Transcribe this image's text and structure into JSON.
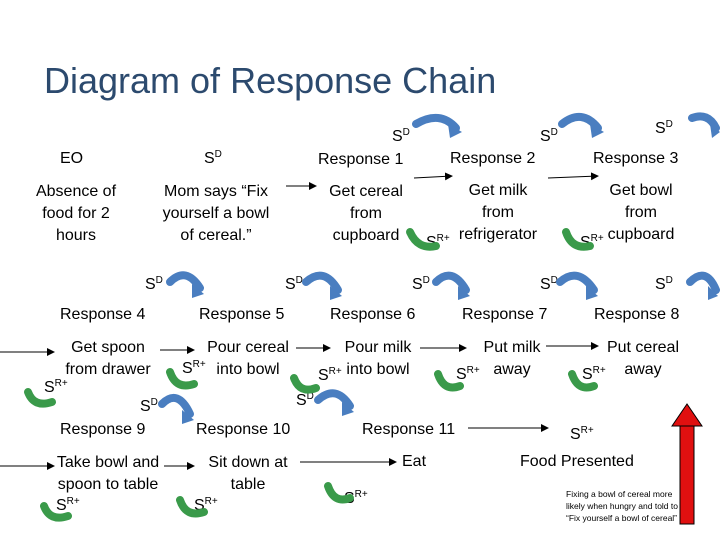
{
  "title": "Diagram of Response Chain",
  "sd": "S",
  "sd_sup": "D",
  "sr": "S",
  "sr_sup": "R+",
  "eo_label": "EO",
  "eo_text": "Absence of food for 2 hours",
  "sd_top_text": "Mom says “Fix yourself a bowl of cereal.”",
  "responses": [
    {
      "label": "Response 1",
      "text": "Get cereal from cupboard"
    },
    {
      "label": "Response 2",
      "text": "Get milk from refrigerator"
    },
    {
      "label": "Response 3",
      "text": "Get bowl from cupboard"
    },
    {
      "label": "Response 4",
      "text": "Get spoon from drawer"
    },
    {
      "label": "Response 5",
      "text": "Pour cereal into bowl"
    },
    {
      "label": "Response 6",
      "text": "Pour milk into bowl"
    },
    {
      "label": "Response 7",
      "text": "Put milk away"
    },
    {
      "label": "Response 8",
      "text": "Put cereal away"
    },
    {
      "label": "Response 9",
      "text": "Take bowl and spoon to table"
    },
    {
      "label": "Response 10",
      "text": "Sit down at table"
    },
    {
      "label": "Response 11",
      "text": "Eat"
    }
  ],
  "food_presented": "Food Presented",
  "note": [
    "Fixing a bowl of cereal more",
    "likely when hungry and told to",
    "“Fix yourself a bowl of cereal”"
  ],
  "colors": {
    "title": "#2c4a6e",
    "sd_arrow": "#4a7ec0",
    "sr_arrow": "#3a9a4a",
    "red_arrow": "#e01010"
  }
}
